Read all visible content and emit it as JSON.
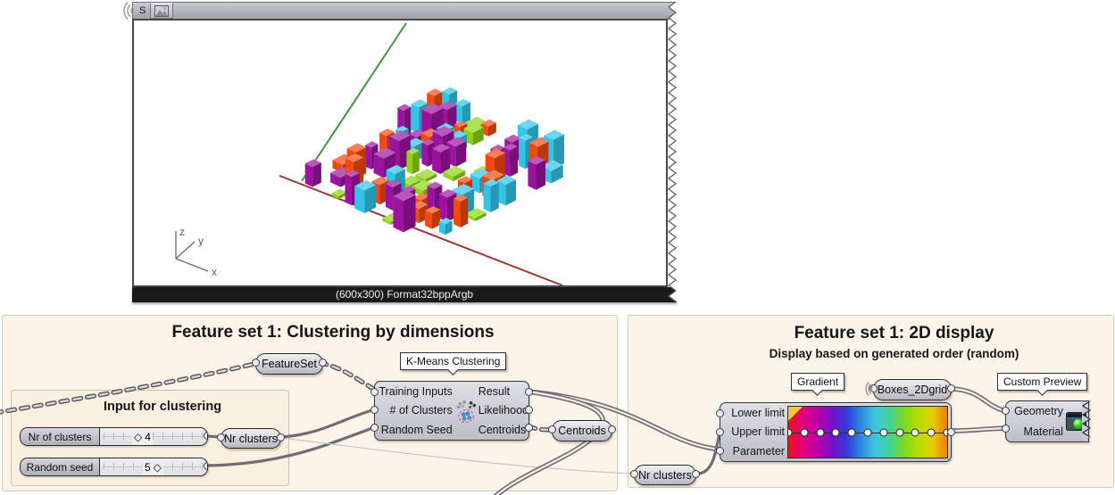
{
  "viewer": {
    "tag": "S",
    "status_text": "(600x300) Format32bppArgb",
    "axis_labels": {
      "x": "x",
      "y": "y",
      "z": "z"
    },
    "scene": {
      "rows": 10,
      "cols": 10,
      "seed": 14,
      "empty_ratio": 0.22,
      "palette": [
        "#2fc4e8",
        "#9c13a0",
        "#f1490f",
        "#8ed313"
      ],
      "axis_green": "#3f9440",
      "axis_red": "#9c3832"
    }
  },
  "clustering_group": {
    "title": "Feature set 1: Clustering by dimensions",
    "featureset_capsule": "FeatureSet",
    "kmeans": {
      "tooltip": "K-Means Clustering",
      "inputs": [
        "Training Inputs",
        "# of Clusters",
        "Random Seed"
      ],
      "outputs": [
        "Result",
        "Likelihood",
        "Centroids"
      ]
    },
    "input_subgroup": {
      "title": "Input for clustering",
      "slider_clusters": {
        "label": "Nr of clusters",
        "value": "4"
      },
      "slider_seed": {
        "label": "Random seed",
        "value": "5"
      }
    },
    "nr_clusters_capsule": "Nr clusters",
    "centroids_capsule": "Centroids"
  },
  "display_group": {
    "title": "Feature set 1: 2D display",
    "subtitle": "Display based on generated order (random)",
    "gradient": {
      "tooltip": "Gradient",
      "inputs": [
        "Lower limit",
        "Upper limit",
        "Parameter"
      ],
      "stops": [
        "#ed1515",
        "#e2017d",
        "#bc00a7",
        "#7a10c6",
        "#3436d6",
        "#2b86dd",
        "#3fc6df",
        "#3fd49b",
        "#7ad723",
        "#b8de00",
        "#e5cb00",
        "#ef7d16"
      ],
      "grip_count": 11
    },
    "boxes_capsule": "Boxes_2Dgrid",
    "nr_clusters_capsule": "Nr clusters",
    "preview": {
      "tooltip": "Custom Preview",
      "inputs": [
        "Geometry",
        "Material"
      ]
    }
  },
  "ui": {
    "diamond": "◇"
  }
}
